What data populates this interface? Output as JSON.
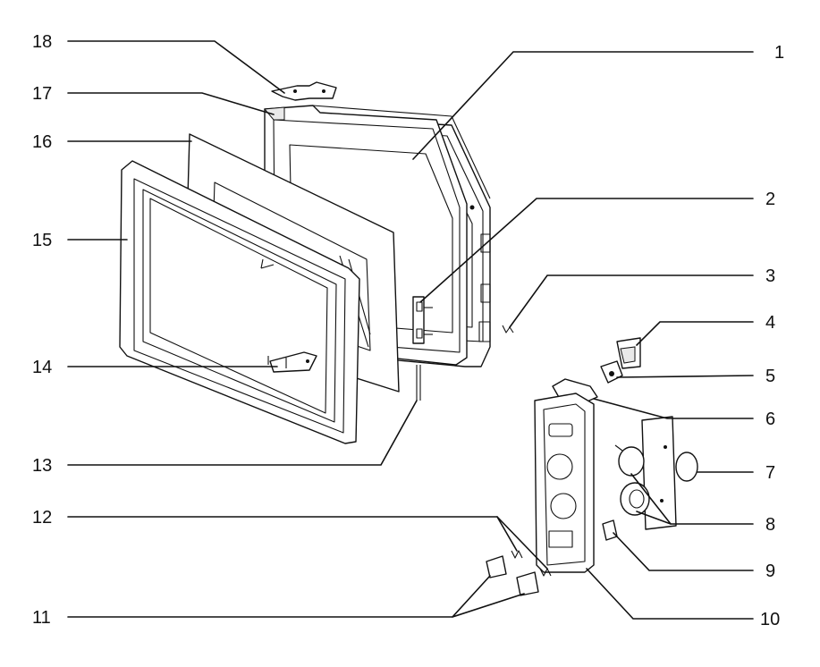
{
  "callouts": [
    {
      "number": "1"
    },
    {
      "number": "2"
    },
    {
      "number": "3"
    },
    {
      "number": "4"
    },
    {
      "number": "5"
    },
    {
      "number": "6"
    },
    {
      "number": "7"
    },
    {
      "number": "8"
    },
    {
      "number": "9"
    },
    {
      "number": "10"
    },
    {
      "number": "11"
    },
    {
      "number": "12"
    },
    {
      "number": "13"
    },
    {
      "number": "14"
    },
    {
      "number": "15"
    },
    {
      "number": "16"
    },
    {
      "number": "17"
    },
    {
      "number": "18"
    }
  ]
}
